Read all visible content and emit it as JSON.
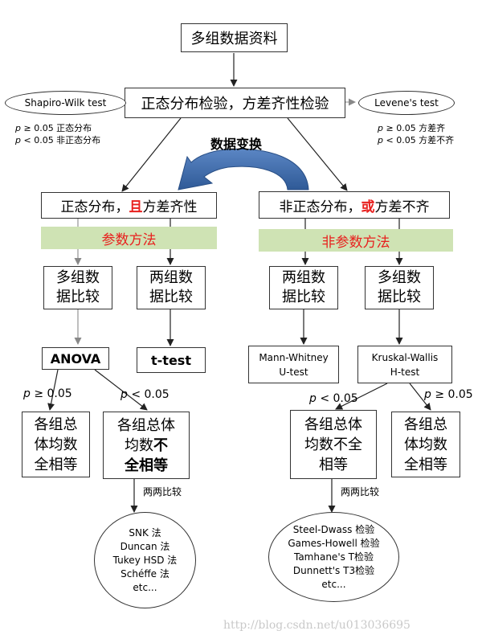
{
  "top": {
    "label": "多组数据资料"
  },
  "test_box": {
    "label": "正态分布检验，方差齐性检验"
  },
  "shapiro": {
    "label": "Shapiro-Wilk test",
    "note_high": "≥ 0.05 正态分布",
    "note_low": "< 0.05 非正态分布"
  },
  "levene": {
    "label": "Levene's test",
    "note_high": "≥ 0.05 方差齐",
    "note_low": "< 0.05 方差不齐"
  },
  "p_symbol": "p",
  "transform_label": "数据变换",
  "left_branch": {
    "pre": "正态分布，",
    "emph": "且",
    "post": "方差齐性",
    "method": "参数方法",
    "multi_box": [
      "多组数",
      "据比较"
    ],
    "two_box": [
      "两组数",
      "据比较"
    ],
    "anova": "ANOVA",
    "ttest": "t-test",
    "p_high": "≥ 0.05",
    "p_low": "< 0.05",
    "equal_box": [
      "各组总",
      "体均数",
      "全相等"
    ],
    "unequal_box": {
      "l1": "各组总体",
      "l2a": "均数",
      "l2b": "不",
      "l3": "全相等"
    },
    "pairwise": "两两比较",
    "posthoc": [
      "SNK 法",
      "Duncan 法",
      "Tukey HSD 法",
      "Schéffe 法",
      "etc..."
    ]
  },
  "right_branch": {
    "pre": "非正态分布，",
    "emph": "或",
    "post": "方差不齐",
    "method": "非参数方法",
    "two_box": [
      "两组数",
      "据比较"
    ],
    "multi_box": [
      "多组数",
      "据比较"
    ],
    "mann": [
      "Mann-Whitney",
      "U-test"
    ],
    "kruskal": [
      "Kruskal-Wallis",
      "H-test"
    ],
    "p_low": "< 0.05",
    "p_high": "≥ 0.05",
    "unequal_box": [
      "各组总体",
      "均数不全",
      "相等"
    ],
    "equal_box": [
      "各组总",
      "体均数",
      "全相等"
    ],
    "pairwise": "两两比较",
    "posthoc": [
      "Steel-Dwass 检验",
      "Games-Howell 检验",
      "Tamhane's T检验",
      "Dunnett's T3检验",
      "etc..."
    ]
  },
  "watermark": "http://blog.csdn.net/u013036695",
  "colors": {
    "red": "#e8201e",
    "band": "#cfe3b4",
    "arrow_blue": "#3d6aa8"
  }
}
